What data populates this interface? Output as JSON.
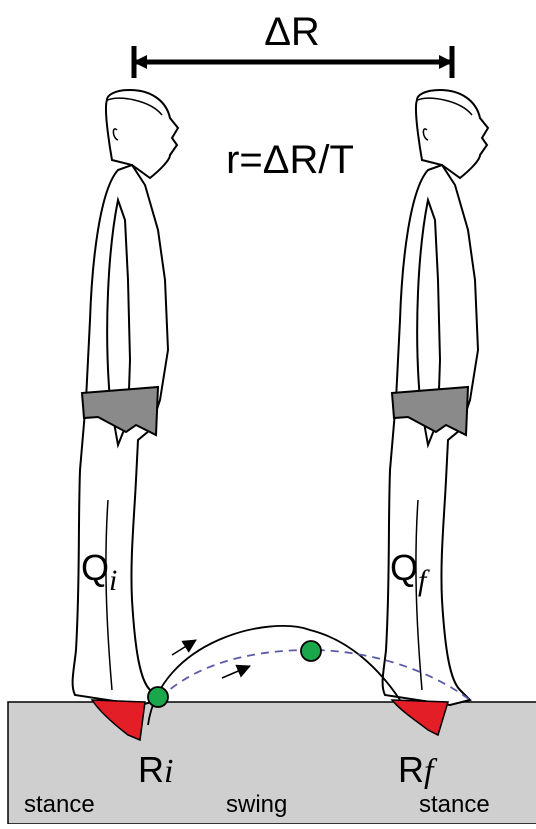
{
  "distance": {
    "label": "ΔR"
  },
  "rate": {
    "formula": "r=ΔR/T"
  },
  "initial_pose": {
    "base": "Q",
    "sub": "i"
  },
  "final_pose": {
    "base": "Q",
    "sub": "f"
  },
  "initial_foot": {
    "base": "R",
    "sub": "i"
  },
  "final_foot": {
    "base": "R",
    "sub": "f"
  },
  "phases": {
    "left": "stance",
    "middle": "swing",
    "right": "stance"
  },
  "colors": {
    "ground": "#cfcfcf",
    "shorts": "#8a8a8a",
    "foot": "#e41e26",
    "marker": "#1aa64a",
    "dashed_path": "#5a5aa8"
  }
}
